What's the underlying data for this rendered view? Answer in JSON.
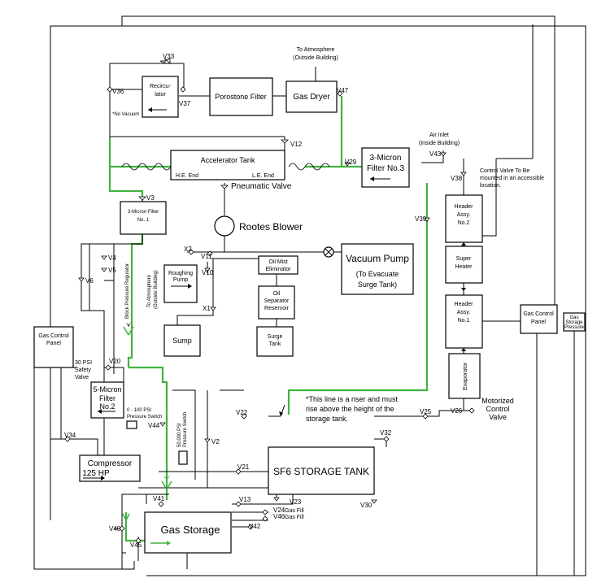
{
  "components": {
    "recirculator": [
      "Recircu-",
      "lator"
    ],
    "no_vacuum": "*No Vacuum",
    "porostone_filter": "Porostone Filter",
    "gas_dryer": "Gas Dryer",
    "to_atmosphere_top": [
      "To Atmosphere",
      "(Outside Building)"
    ],
    "accelerator_tank": "Accelerator Tank",
    "he_end": "H.E. End",
    "le_end": "L.E. End",
    "pneumatic_valve": "Pneumatic Valve",
    "micron3": [
      "3-Micron",
      "Filter No.3"
    ],
    "air_inlet": [
      "Air Inlet",
      "(Inside Building)"
    ],
    "control_valve_note": [
      "Control Valve To Be",
      "mounted in an accessible",
      "location."
    ],
    "micron1": [
      "3-Micron Filter",
      "No. 1"
    ],
    "rootes_blower": "Rootes Blower",
    "vacuum_pump": "Vacuum Pump",
    "vacuum_pump_sub": [
      "(To Evacuate",
      "Surge Tank)"
    ],
    "oil_mist": [
      "Oil Mist",
      "Eliminator"
    ],
    "roughing_pump": [
      "Roughing",
      "Pump"
    ],
    "oil_separator": [
      "Oil",
      "Separator",
      "Reservoir"
    ],
    "sump": "Sump",
    "surge_tank": [
      "Surge",
      "Tank"
    ],
    "to_atmosphere_mid": [
      "To Atmosphere",
      "(Outside Building)"
    ],
    "block_pressure_regulator": "Block Pressure Regulator",
    "header2": [
      "Header",
      "Assy.",
      "No.2"
    ],
    "super_heater": [
      "Super",
      "Heater"
    ],
    "header1": [
      "Header",
      "Assy.",
      "No.1"
    ],
    "evaporator": "Evaporator",
    "gas_control_panel_right": [
      "Gas Control",
      "Panel"
    ],
    "gas_storage_pressure": [
      "Gas",
      "Storage",
      "Pressure"
    ],
    "gas_control_panel_left": [
      "Gas Control",
      "Panel"
    ],
    "safety_valve": [
      "30 PSI",
      "Safety",
      "Valve"
    ],
    "micron5": [
      "5-Micron",
      "Filter",
      "No.2"
    ],
    "pressure_switch_100": [
      "0 - 100 PSI",
      "Pressure Switch"
    ],
    "pressure_switch_50000": [
      "50,000 PSI",
      "Pressure Switch"
    ],
    "compressor": [
      "Compressor",
      "125 HP"
    ],
    "riser_note": [
      "*This line is a riser and must",
      "rise above the height of the",
      "storage tank."
    ],
    "motorized_valve": [
      "Motorized",
      "Control",
      "Valve"
    ],
    "sf6_storage_tank": "SF6  STORAGE TANK",
    "gas_storage": "Gas Storage",
    "gas_fill_1": "Gas Fill",
    "gas_fill_2": "Gas Fill"
  },
  "valves": {
    "V33": "V33",
    "V36": "V36",
    "V37": "V37",
    "V47": "V47",
    "V12": "V12",
    "V43": "V43",
    "V29": "V29",
    "V38": "V38",
    "V3": "V3",
    "V39": "V39",
    "X2": "X2",
    "V11": "V11",
    "V10": "V10",
    "X1": "X1",
    "V4": "V4",
    "V5": "V5",
    "V6": "V6",
    "V20": "V20",
    "V44": "V44",
    "V22": "V22",
    "V2": "V2",
    "V25": "V25",
    "V26": "V26",
    "V32": "V32",
    "V34": "V34",
    "V21": "V21",
    "V41": "V41",
    "V13": "V13",
    "V23": "V23",
    "V24": "V24",
    "V46": "V46",
    "V42": "V42",
    "V30": "V30",
    "V40": "V40",
    "V45": "V45"
  }
}
